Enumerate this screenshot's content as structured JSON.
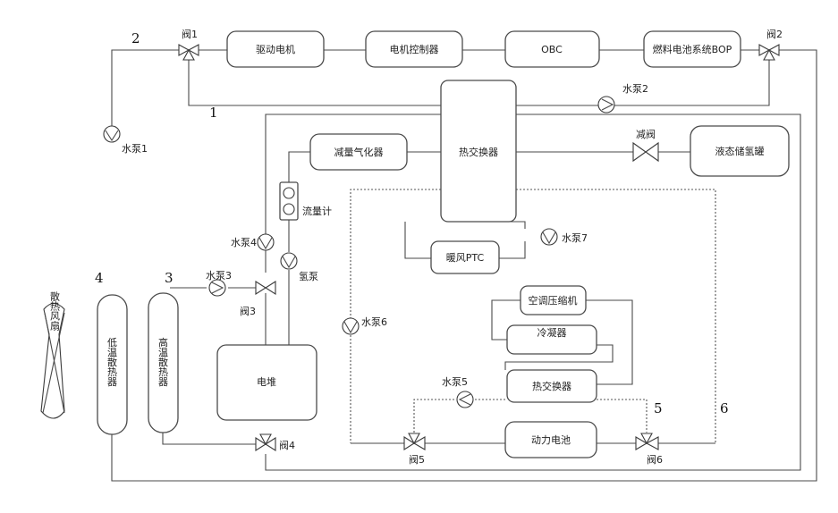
{
  "components": {
    "drive_motor": "驱动电机",
    "motor_controller": "电机控制器",
    "obc": "OBC",
    "fc_bop": "燃料电池系统BOP",
    "heat_exchanger_main": "热交换器",
    "hydrogen_vaporizer": "减量气化器",
    "pressure_valve": "减阀",
    "liquid_h2_tank": "液态储氢罐",
    "flowmeter": "流量计",
    "ptc_heater": "暖风PTC",
    "ac_compressor": "空调压缩机",
    "condenser": "冷凝器",
    "heat_exchanger_2": "热交换器",
    "fuel_cell_stack": "电堆",
    "power_battery": "动力电池",
    "low_temp_radiator": "低温散热器",
    "high_temp_radiator": "高温散热器",
    "cooling_fan": "散热风扇",
    "hydrogen_pump": "氢泵"
  },
  "valves": {
    "v1": "阀1",
    "v2": "阀2",
    "v3": "阀3",
    "v4": "阀4",
    "v5": "阀5",
    "v6": "阀6"
  },
  "pumps": {
    "p1": "水泵1",
    "p2": "水泵2",
    "p3": "水泵3",
    "p4": "水泵4",
    "p5": "水泵5",
    "p6": "水泵6",
    "p7": "水泵7"
  },
  "loop_numbers": {
    "n1": "1",
    "n2": "2",
    "n3": "3",
    "n4": "4",
    "n5": "5",
    "n6": "6"
  }
}
